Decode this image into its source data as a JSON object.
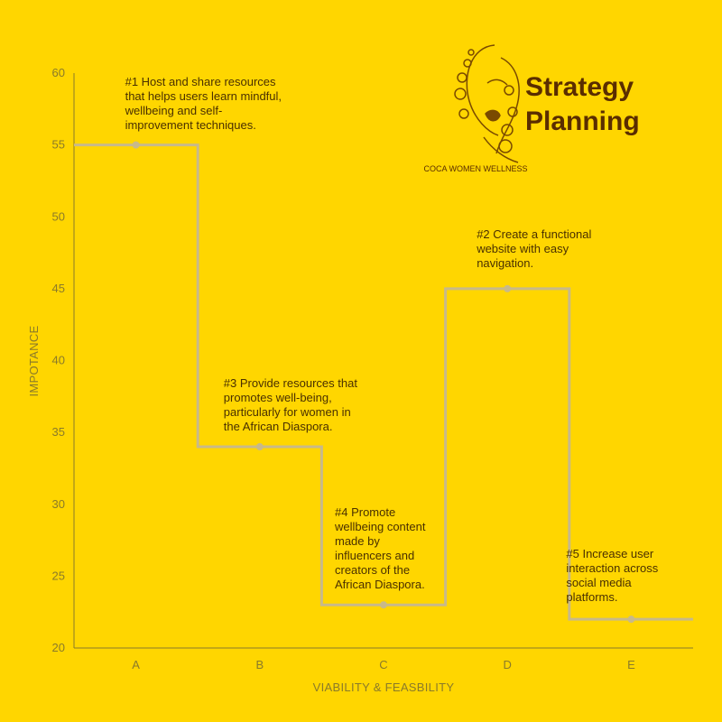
{
  "chart_data": {
    "type": "line",
    "step": "mid",
    "title_line1": "Strategy",
    "title_line2": "Planning",
    "brand": "COCA WOMEN WELLNESS",
    "xlabel": "VIABILITY & FEASBILITY",
    "ylabel": "IMPOTANCE",
    "categories": [
      "A",
      "B",
      "C",
      "D",
      "E"
    ],
    "values": [
      55,
      34,
      23,
      45,
      22
    ],
    "ylim": [
      20,
      60
    ],
    "yticks": [
      20,
      25,
      30,
      35,
      40,
      45,
      50,
      55,
      60
    ],
    "grid": false,
    "line_color": "#C8B98A",
    "text_color": "#4a3000",
    "title_color": "#5a2d00",
    "annotations": [
      {
        "lines": [
          "#1 Host and share resources",
          "that helps users learn mindful,",
          "wellbeing and self-",
          "improvement techniques."
        ]
      },
      {
        "lines": [
          "#3 Provide resources that",
          "promotes well-being,",
          "particularly for women in",
          "the African Diaspora."
        ]
      },
      {
        "lines": [
          "#4 Promote",
          "wellbeing content",
          "made by",
          "influencers and",
          "creators of the",
          "African Diaspora."
        ]
      },
      {
        "lines": [
          "#2 Create a functional",
          "website with easy",
          "navigation."
        ]
      },
      {
        "lines": [
          "#5 Increase user",
          "interaction across",
          "social media",
          "platforms."
        ]
      }
    ]
  }
}
